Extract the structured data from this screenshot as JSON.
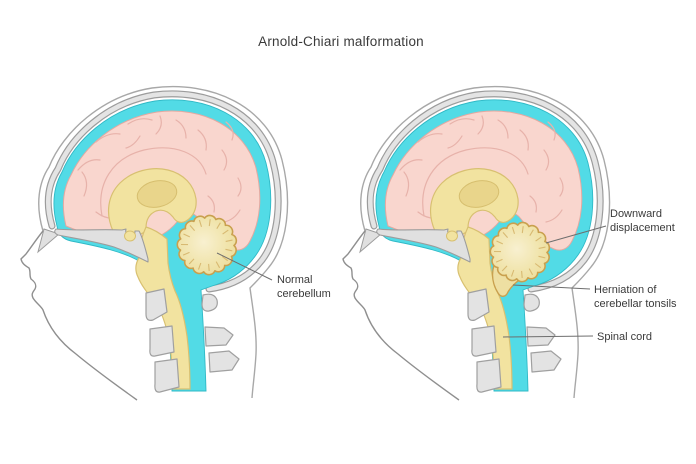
{
  "title": "Arnold-Chiari malformation",
  "colors": {
    "brain_pink": "#f9d6ce",
    "sulci_pink": "#e7b2aa",
    "csf_cyan": "#52dbe6",
    "csf_edge": "#2fb9c6",
    "tissue_yellow": "#f2e3a0",
    "tissue_edge": "#d8c071",
    "cerebellum_tan": "#eedfa2",
    "cerebellum_edge": "#c9a04e",
    "bone_gray": "#e2e2e2",
    "bone_edge": "#9c9c9c"
  },
  "panels": {
    "left": {
      "condition": "normal",
      "labels": [
        {
          "lines": [
            "Normal",
            "cerebellum"
          ]
        }
      ]
    },
    "right": {
      "condition": "chiari-malformation",
      "labels": [
        {
          "lines": [
            "Downward",
            "displacement"
          ]
        },
        {
          "lines": [
            "Herniation of",
            "cerebellar tonsils"
          ]
        },
        {
          "lines": [
            "Spinal cord"
          ]
        }
      ]
    }
  }
}
